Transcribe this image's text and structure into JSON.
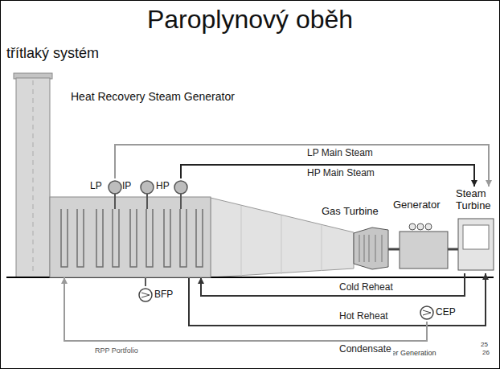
{
  "diagram": {
    "title": "Paroplynový oběh",
    "nodes": [
      {
        "text": [
          "Heat Recovery Steam Generator"
        ]
      },
      {
        "text": [
          "LP"
        ],
        "in": 0
      },
      {
        "text": [
          "IP"
        ],
        "in": 0
      },
      {
        "text": [
          "HP"
        ],
        "in": 0
      },
      {
        "text": [
          "Gas Turbine"
        ]
      },
      {
        "text": [
          "Generator"
        ]
      },
      {
        "text": [
          "Steam Turbine"
        ]
      },
      {
        "text": [
          "BFP"
        ]
      },
      {
        "text": [
          "CEP"
        ]
      }
    ],
    "edges": [
      {
        "from": 1,
        "to": 6,
        "label": "LP Main Steam",
        "arrow": "to"
      },
      {
        "from": 3,
        "to": 6,
        "label": "HP Main Steam",
        "arrow": "to"
      },
      {
        "from": 6,
        "to": 0,
        "label": "Cold Reheat",
        "arrow": "to"
      },
      {
        "from": 0,
        "to": 6,
        "label": "Hot Reheat",
        "arrow": "to"
      },
      {
        "from": 8,
        "to": 0,
        "label": "Condensate",
        "arrow": "to"
      },
      {
        "from": 7,
        "to": 0,
        "arrow": "none"
      }
    ],
    "labels": [
      "třítlaký systém",
      "RPP Portfolio",
      "Power Generation",
      "25",
      "26"
    ]
  }
}
